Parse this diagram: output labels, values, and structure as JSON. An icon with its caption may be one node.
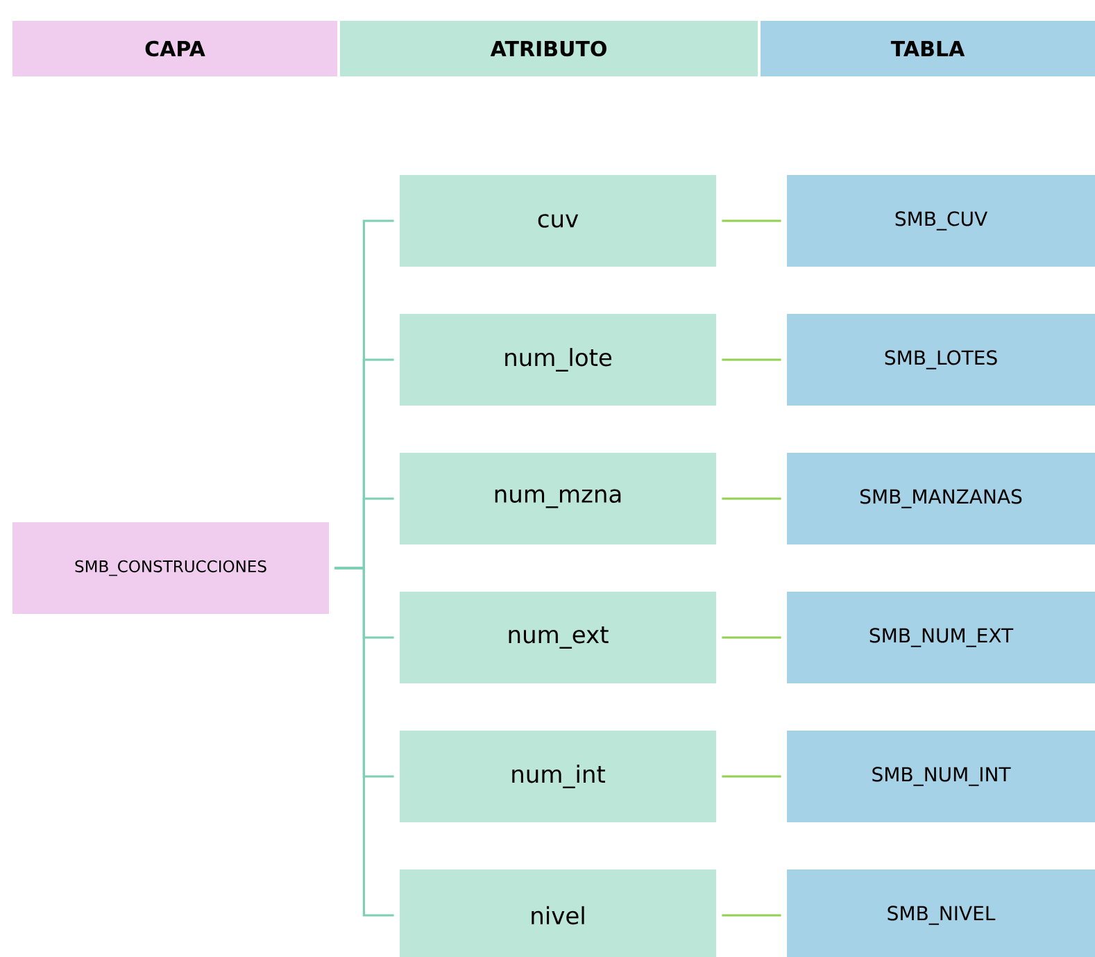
{
  "diagram": {
    "nodes": [
      {
        "text": [
          "CAPA"
        ]
      },
      {
        "text": [
          "ATRIBUTO"
        ]
      },
      {
        "text": [
          "TABLA"
        ]
      },
      {
        "text": [
          "SMB_CONSTRUCCIONES"
        ]
      },
      {
        "text": [
          "cuv"
        ]
      },
      {
        "text": [
          "num_lote"
        ]
      },
      {
        "text": [
          "num_mzna"
        ]
      },
      {
        "text": [
          "num_ext"
        ]
      },
      {
        "text": [
          "num_int"
        ]
      },
      {
        "text": [
          "nivel"
        ]
      },
      {
        "text": [
          "SMB_CUV"
        ]
      },
      {
        "text": [
          "SMB_LOTES"
        ]
      },
      {
        "text": [
          "SMB_MANZANAS"
        ]
      },
      {
        "text": [
          "SMB_NUM_EXT"
        ]
      },
      {
        "text": [
          "SMB_NUM_INT"
        ]
      },
      {
        "text": [
          "SMB_NIVEL"
        ]
      }
    ],
    "edges": [
      {
        "from": 3,
        "to": 4,
        "arrow": "none"
      },
      {
        "from": 3,
        "to": 5,
        "arrow": "none"
      },
      {
        "from": 3,
        "to": 6,
        "arrow": "none"
      },
      {
        "from": 3,
        "to": 7,
        "arrow": "none"
      },
      {
        "from": 3,
        "to": 8,
        "arrow": "none"
      },
      {
        "from": 3,
        "to": 9,
        "arrow": "none"
      },
      {
        "from": 4,
        "to": 10,
        "arrow": "none",
        "color": "#92d050"
      },
      {
        "from": 5,
        "to": 11,
        "arrow": "none",
        "color": "#92d050"
      },
      {
        "from": 6,
        "to": 12,
        "arrow": "none",
        "color": "#92d050"
      },
      {
        "from": 7,
        "to": 13,
        "arrow": "none",
        "color": "#92d050"
      },
      {
        "from": 8,
        "to": 14,
        "arrow": "none",
        "color": "#92d050"
      },
      {
        "from": 9,
        "to": 15,
        "arrow": "none",
        "color": "#92d050"
      }
    ]
  }
}
